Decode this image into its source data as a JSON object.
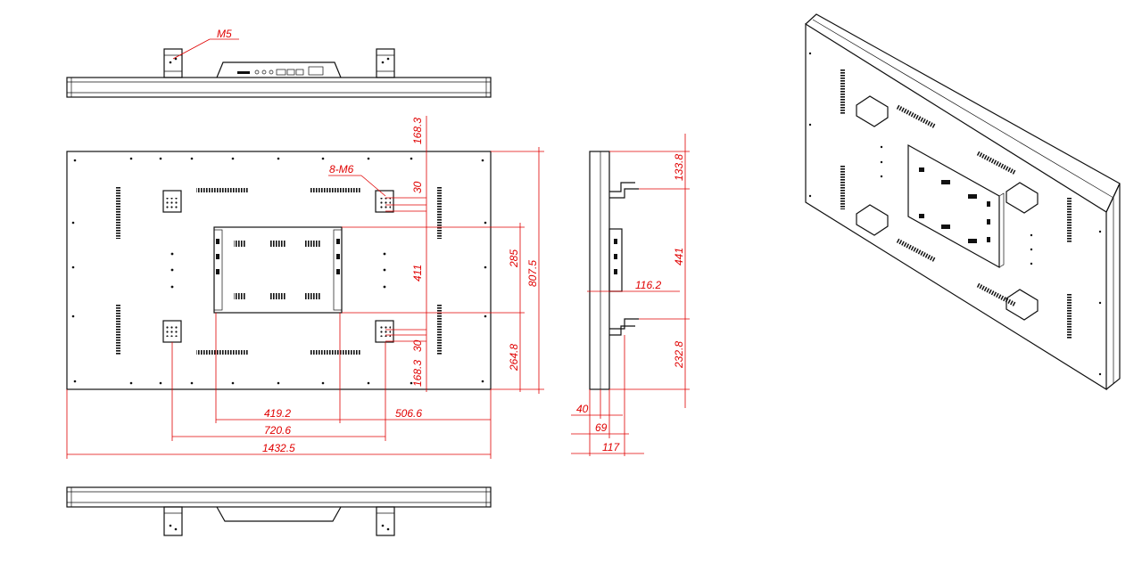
{
  "colors": {
    "dimension": "#e00000",
    "line": "#111111",
    "background": "#ffffff"
  },
  "labels": {
    "m5": "M5",
    "m6": "8-M6",
    "d_168_top": "168.3",
    "d_30_top": "30",
    "d_411": "411",
    "d_30_bot": "30",
    "d_168_bot": "168.3",
    "d_285": "285",
    "d_807": "807.5",
    "d_264": "264.8",
    "d_419": "419.2",
    "d_506": "506.6",
    "d_720": "720.6",
    "d_1432": "1432.5",
    "d_133": "133.8",
    "d_441": "441",
    "d_116": "116.2",
    "d_232": "232.8",
    "d_40": "40",
    "d_69": "69",
    "d_117": "117"
  }
}
